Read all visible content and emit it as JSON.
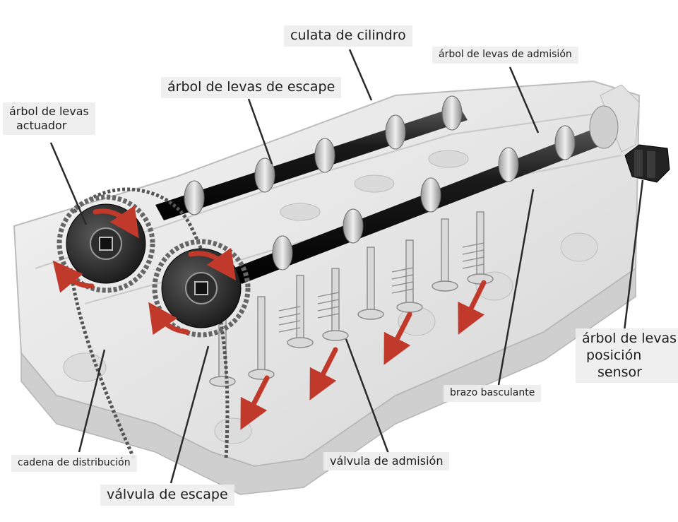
{
  "labels": {
    "culata": "culata de cilindro",
    "arbol_admision": "árbol de levas de admisión",
    "arbol_escape": "árbol de levas de escape",
    "actuador_1": "árbol de levas",
    "actuador_2": "actuador",
    "sensor_1": "árbol de levas",
    "sensor_2": "posición",
    "sensor_3": "sensor",
    "brazo": "brazo basculante",
    "cadena": "cadena de distribución",
    "valvula_admision": "válvula de admisión",
    "valvula_escape": "válvula de escape"
  },
  "colors": {
    "label_bg": "#eeeeee",
    "label_text": "#1e1e1e",
    "leader_line": "#2a2a2a",
    "motion_arrow": "#c0392b",
    "camshaft": "#1c1c1c",
    "head_casting": "#e9e9e9"
  }
}
